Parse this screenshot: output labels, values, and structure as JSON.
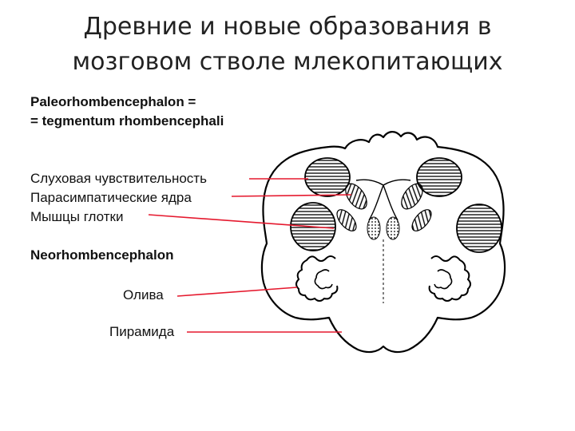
{
  "title": {
    "line1": "Древние и новые образования в",
    "line2": "мозговом стволе млекопитающих"
  },
  "paleo": {
    "line1": "Paleorhombencephalon =",
    "line2": "= tegmentum rhombencephali"
  },
  "labels": {
    "auditory": "Слуховая чувствительность",
    "parasympathetic": "Парасимпатические ядра",
    "pharynx": "Мышцы глотки",
    "neo": "Neorhombencephalon",
    "olive": "Олива",
    "pyramid": "Пирамида"
  },
  "colors": {
    "pointer": "#e5192e",
    "outline": "#000000"
  }
}
